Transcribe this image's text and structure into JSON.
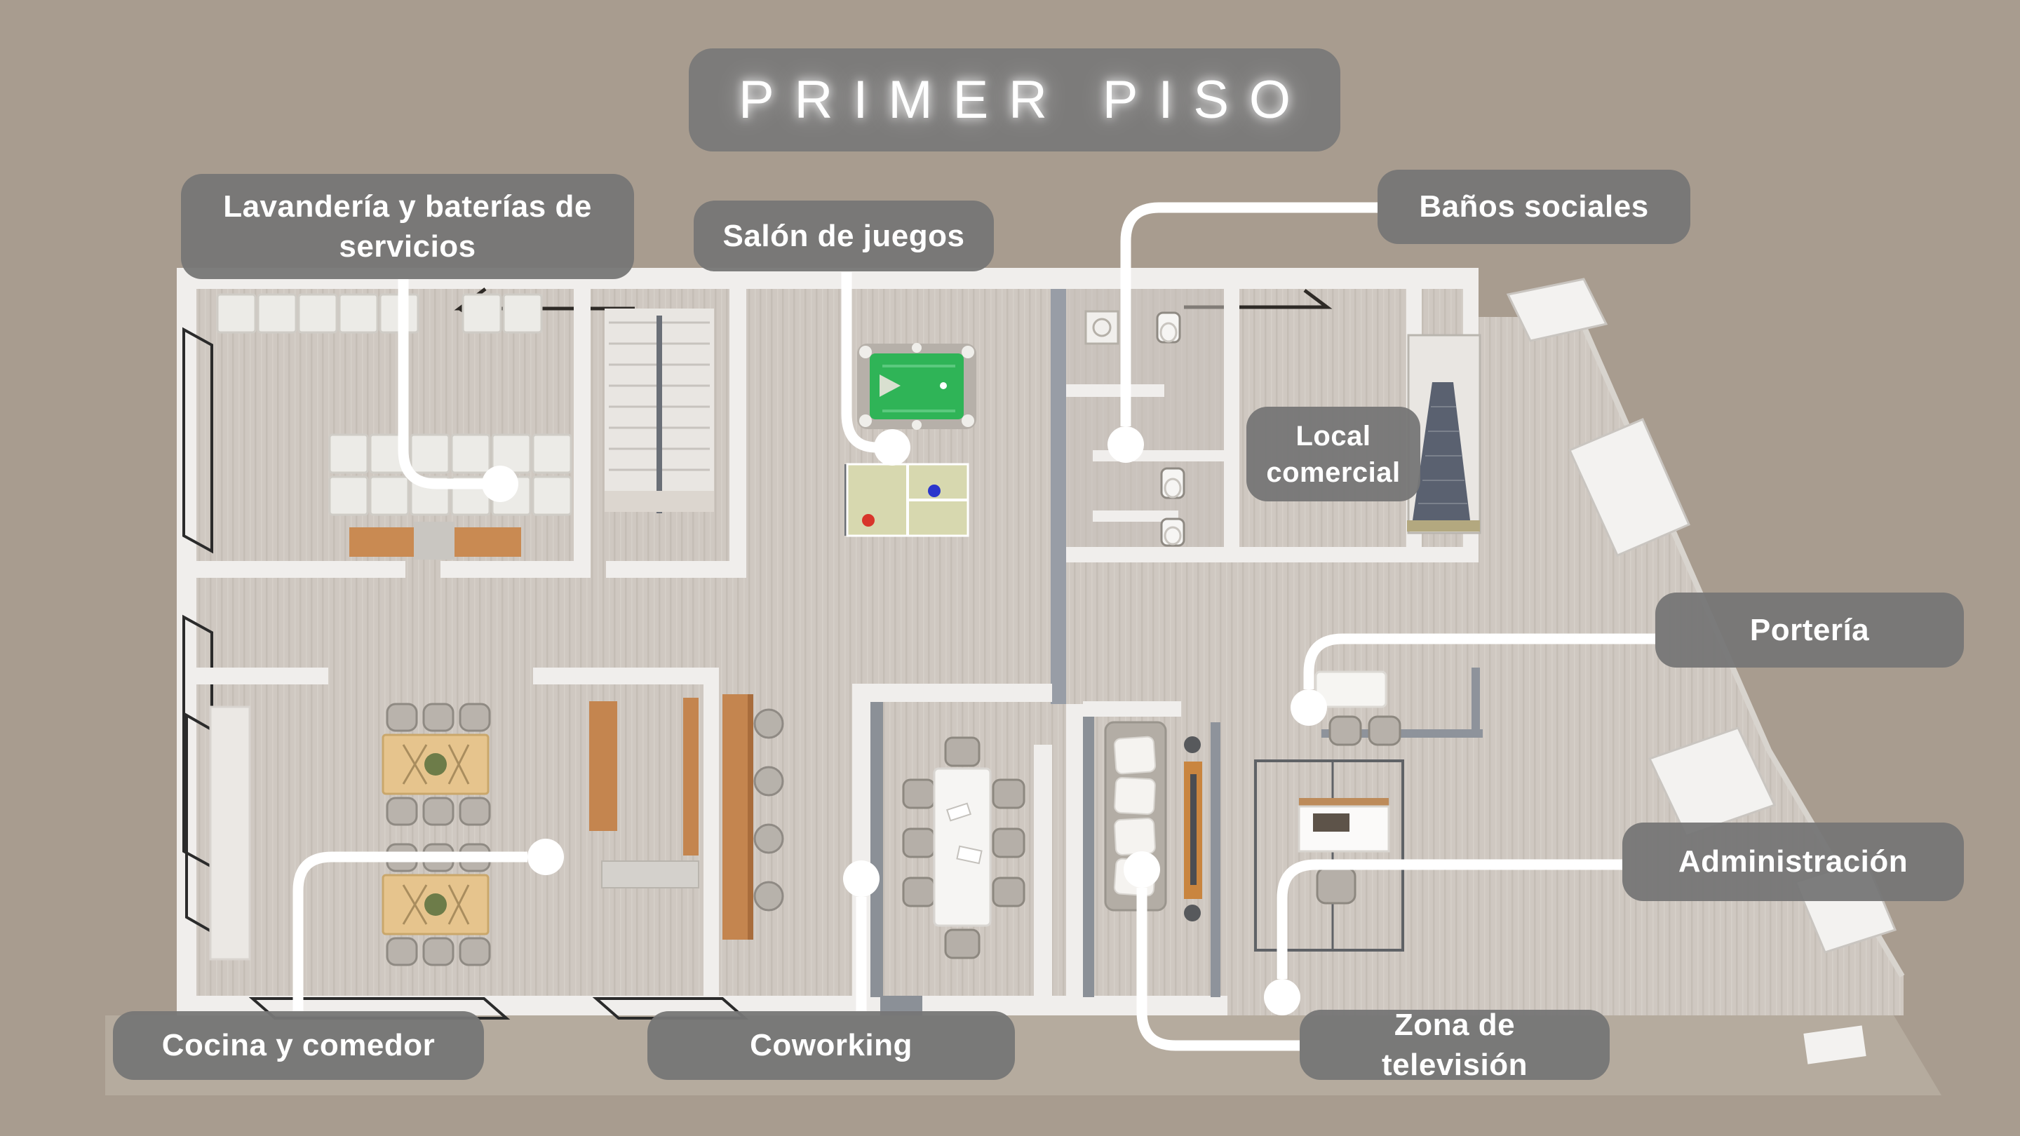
{
  "title": {
    "text": "PRIMER PISO"
  },
  "colors": {
    "background": "#a89c8f",
    "floor": "#cfc8c1",
    "sidewalk": "#b5ab9e",
    "wall_white": "#f0eeec",
    "wall_gray": "#989da6",
    "label_background": "#767676",
    "label_text": "#ffffff",
    "leader_line": "#ffffff",
    "pool_table_green": "#2fb457",
    "ping_pong_table": "#d7d8af",
    "wood_furniture": "#c4854f",
    "dining_table_wood": "#e6c48d"
  },
  "labels": [
    {
      "id": "lavanderia",
      "text": "Lavandería y baterías de servicios"
    },
    {
      "id": "salon",
      "text": "Salón de juegos"
    },
    {
      "id": "banos",
      "text": "Baños sociales"
    },
    {
      "id": "local",
      "text": "Local comercial"
    },
    {
      "id": "porteria",
      "text": "Portería"
    },
    {
      "id": "administracion",
      "text": "Administración"
    },
    {
      "id": "cocina",
      "text": "Cocina y comedor"
    },
    {
      "id": "coworking",
      "text": "Coworking"
    },
    {
      "id": "zona_tv",
      "text": "Zona de televisión"
    }
  ]
}
